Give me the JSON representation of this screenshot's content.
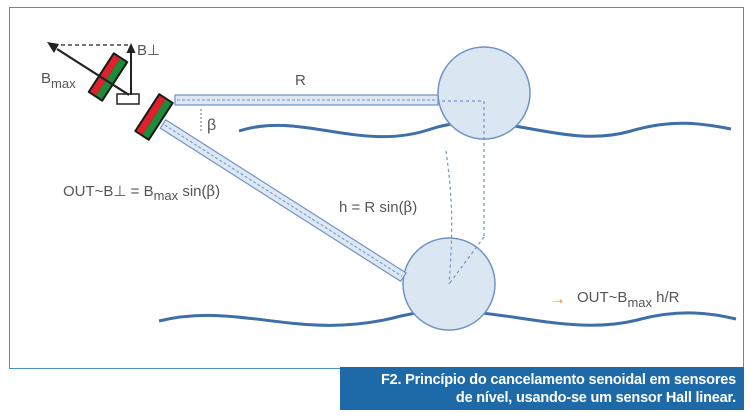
{
  "diagram": {
    "label_b_perp": "B⊥",
    "label_b": "B",
    "label_max_sub": "max",
    "label_r": "R",
    "label_beta": "β",
    "formula_out_prefix": "OUT~B⊥ = B",
    "formula_out_sub": "max",
    "formula_out_suffix_1": " sin(",
    "formula_out_suffix_beta": "β",
    "formula_out_suffix_2": ")",
    "formula_h_prefix": "h = R sin(",
    "formula_h_beta": "β",
    "formula_h_suffix": ")",
    "output_arrow_glyph": "→",
    "output_prefix": "OUT~B",
    "output_sub": "max",
    "output_suffix": " h/R"
  },
  "caption": {
    "line1": "F2. Princípio do cancelamento senoidal em sensores",
    "line2": "de nível, usando-se um sensor Hall linear."
  },
  "colors": {
    "arm_fill": "#dde8f4",
    "float_fill": "#dbe6f3",
    "line_blue": "#6f93c6",
    "sensor_red": "#e0202a",
    "sensor_green": "#1f8a3b",
    "arrow_orange": "#f28c1e",
    "caption_bg": "#1e6aa8"
  }
}
